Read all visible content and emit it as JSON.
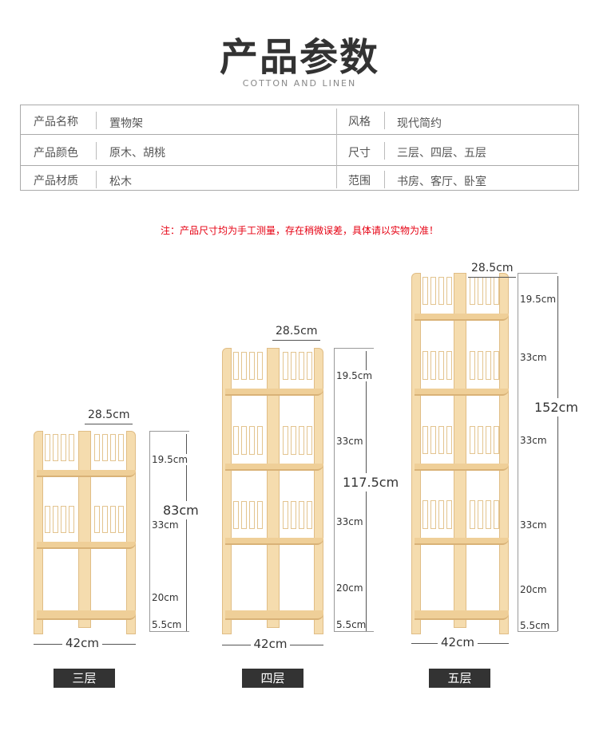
{
  "header": {
    "title": "产品参数",
    "subtitle": "COTTON AND LINEN"
  },
  "specs": [
    {
      "label": "产品名称",
      "value": "置物架",
      "label2": "风格",
      "value2": "现代简约"
    },
    {
      "label": "产品颜色",
      "value": "原木、胡桃",
      "label2": "尺寸",
      "value2": "三层、四层、五层"
    },
    {
      "label": "产品材质",
      "value": "松木",
      "label2": "范围",
      "value2": "书房、客厅、卧室"
    }
  ],
  "note": "注：产品尺寸均为手工测量，存在稍微误差，具体请以实物为准！",
  "colors": {
    "wood": "#f5dcae",
    "note": "#e60012",
    "badge": "#333333"
  },
  "units": [
    {
      "name": "三层",
      "tiers": 3,
      "depth": "28.5cm",
      "width": "42cm",
      "height": "83cm",
      "segments": [
        "19.5cm",
        "33cm",
        "20cm",
        "5.5cm"
      ]
    },
    {
      "name": "四层",
      "tiers": 4,
      "depth": "28.5cm",
      "width": "42cm",
      "height": "117.5cm",
      "segments": [
        "19.5cm",
        "33cm",
        "33cm",
        "20cm",
        "5.5cm"
      ]
    },
    {
      "name": "五层",
      "tiers": 5,
      "depth": "28.5cm",
      "width": "42cm",
      "height": "152cm",
      "segments": [
        "19.5cm",
        "33cm",
        "33cm",
        "33cm",
        "20cm",
        "5.5cm"
      ]
    }
  ]
}
